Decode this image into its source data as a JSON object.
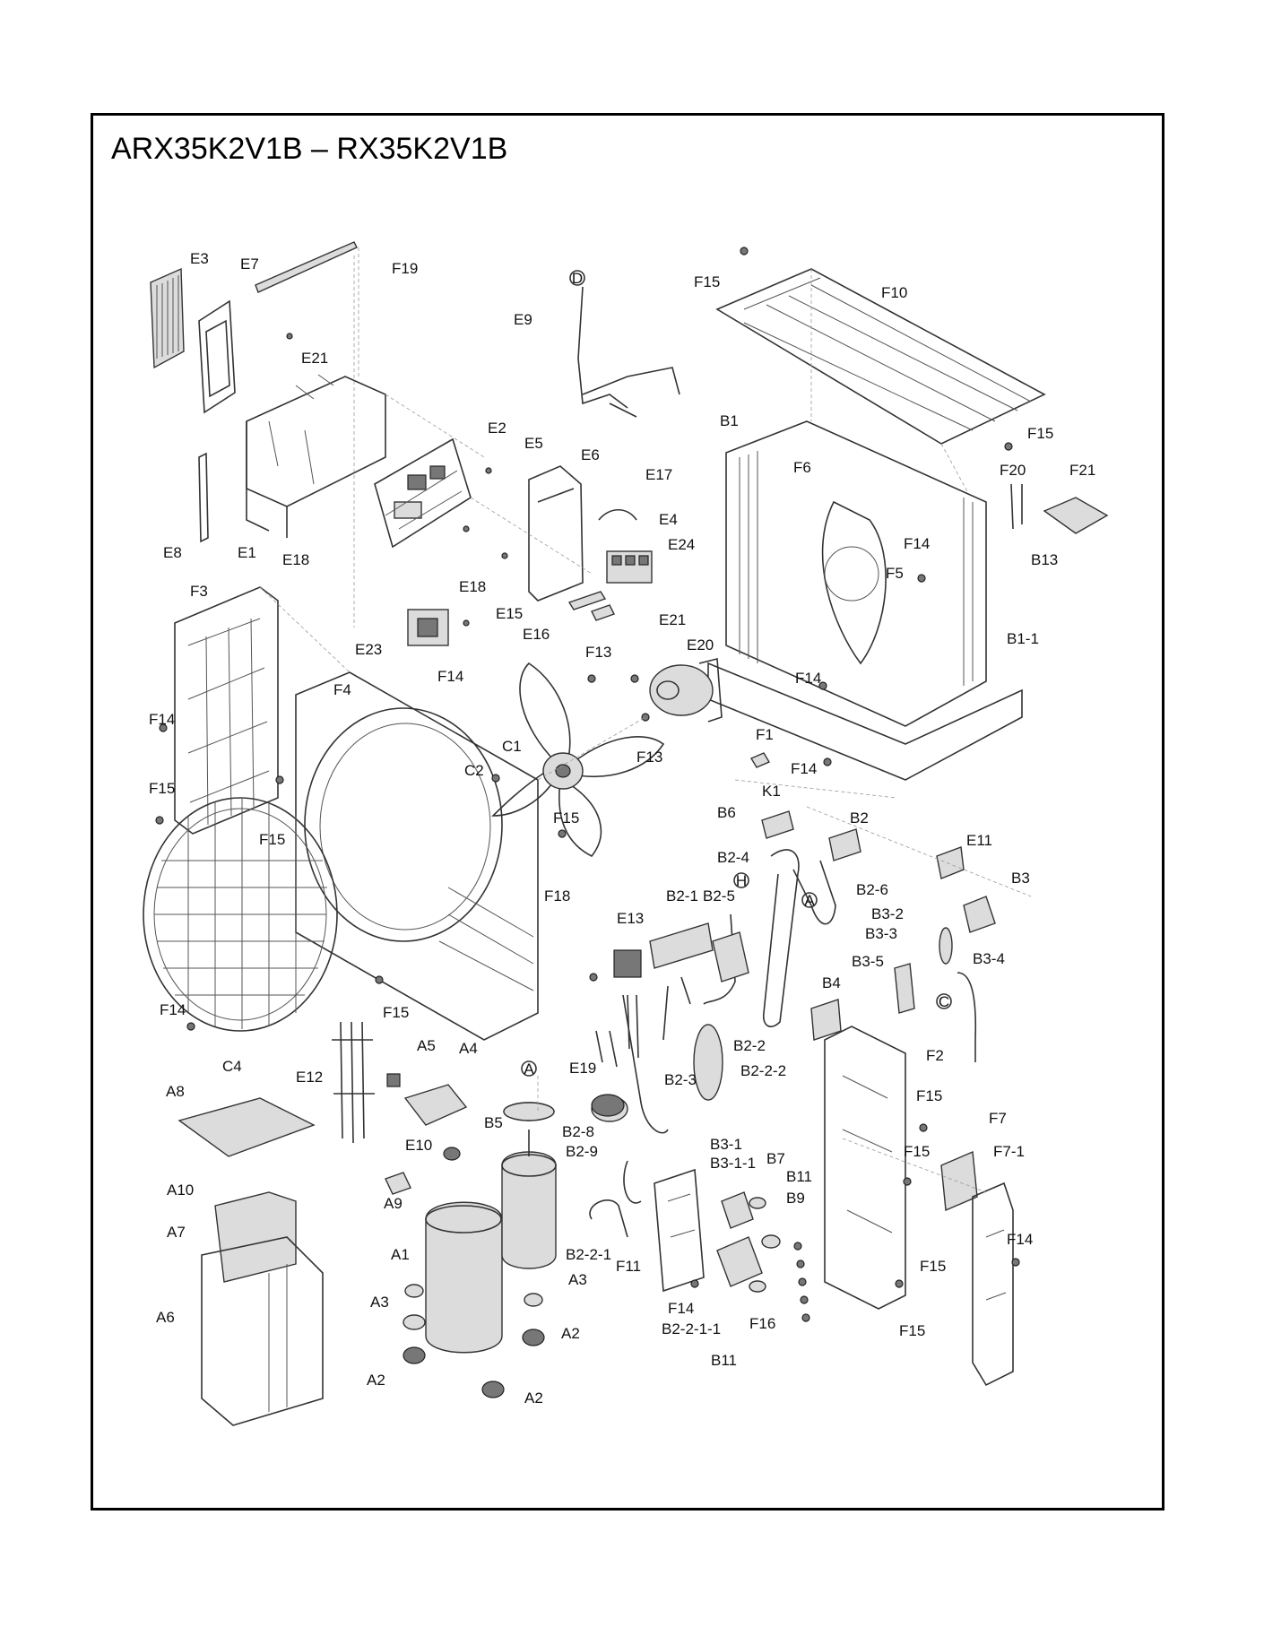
{
  "title": "ARX35K2V1B – RX35K2V1B",
  "part_labels": {
    "E3": "E3",
    "E7": "E7",
    "F19": "F19",
    "E21a": "E21",
    "E2": "E2",
    "E5": "E5",
    "E9": "E9",
    "F15a": "F15",
    "F10": "F10",
    "B1": "B1",
    "E6": "E6",
    "E17": "E17",
    "F15b": "F15",
    "F6": "F6",
    "F20": "F20",
    "F21": "F21",
    "E8": "E8",
    "E1": "E1",
    "E18a": "E18",
    "E4": "E4",
    "E24": "E24",
    "F14a": "F14",
    "B13": "B13",
    "F5": "F5",
    "F3": "F3",
    "E18b": "E18",
    "E15": "E15",
    "E16": "E16",
    "E21b": "E21",
    "B1-1": "B1-1",
    "E23": "E23",
    "F14b": "F14",
    "F13a": "F13",
    "E20": "E20",
    "F4": "F4",
    "F14c": "F14",
    "F14d": "F14",
    "C1": "C1",
    "F13b": "F13",
    "F1": "F1",
    "C2": "C2",
    "F14e": "F14",
    "K1": "K1",
    "F15c": "F15",
    "F15d": "F15",
    "F15e": "F15",
    "B6": "B6",
    "B2": "B2",
    "F18": "F18",
    "B2-4": "B2-4",
    "E11": "E11",
    "B2-1": "B2-1",
    "B2-5": "B2-5",
    "B2-6": "B2-6",
    "B3": "B3",
    "E13": "E13",
    "B3-2": "B3-2",
    "B3-3": "B3-3",
    "B3-5": "B3-5",
    "B3-4": "B3-4",
    "B4": "B4",
    "F14f": "F14",
    "F15f": "F15",
    "C4": "C4",
    "A5": "A5",
    "A4": "A4",
    "E19": "E19",
    "B2-2": "B2-2",
    "F2": "F2",
    "B2-3": "B2-3",
    "B2-2-2": "B2-2-2",
    "E12": "E12",
    "A8": "A8",
    "B5": "B5",
    "F15g": "F15",
    "F7": "F7",
    "B2-8": "B2-8",
    "E10": "E10",
    "B2-9": "B2-9",
    "F15h": "F15",
    "F7-1": "F7-1",
    "B3-1": "B3-1",
    "B3-1-1": "B3-1-1",
    "B7": "B7",
    "A10": "A10",
    "A9": "A9",
    "B11a": "B11",
    "B9": "B9",
    "A7": "A7",
    "A1": "A1",
    "B2-2-1": "B2-2-1",
    "F11": "F11",
    "F14g": "F14",
    "A3a": "A3",
    "A3b": "A3",
    "F15i": "F15",
    "F14h": "F14",
    "B2-2-1-1": "B2-2-1-1",
    "A6": "A6",
    "F16": "F16",
    "F15j": "F15",
    "A2a": "A2",
    "B11b": "B11",
    "A2b": "A2",
    "A2c": "A2"
  },
  "circle_markers": {
    "D": "D",
    "H": "H",
    "A1": "A",
    "A2": "A",
    "C": "C"
  }
}
